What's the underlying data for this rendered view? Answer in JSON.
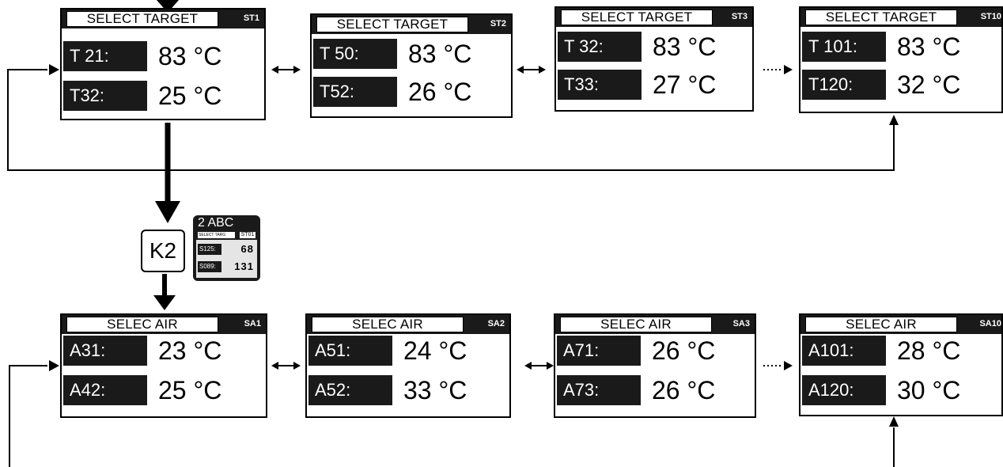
{
  "target_screens": [
    {
      "title": "SELECT TARGET",
      "code": "ST1",
      "rows": [
        {
          "label": "T 21:",
          "value": "83 °C"
        },
        {
          "label": "T32:",
          "value": "25 °C"
        }
      ]
    },
    {
      "title": "SELECT TARGET",
      "code": "ST2",
      "rows": [
        {
          "label": "T 50:",
          "value": "83 °C"
        },
        {
          "label": "T52:",
          "value": "26 °C"
        }
      ]
    },
    {
      "title": "SELECT TARGET",
      "code": "ST3",
      "rows": [
        {
          "label": "T 32:",
          "value": "83 °C"
        },
        {
          "label": "T33:",
          "value": "27 °C"
        }
      ]
    },
    {
      "title": "SELECT TARGET",
      "code": "ST10",
      "rows": [
        {
          "label": "T 101:",
          "value": "83 °C"
        },
        {
          "label": "T120:",
          "value": "32 °C"
        }
      ]
    }
  ],
  "air_screens": [
    {
      "title": "SELEC AIR",
      "code": "SA1",
      "rows": [
        {
          "label": "A31:",
          "value": "23 °C"
        },
        {
          "label": "A42:",
          "value": "25 °C"
        }
      ]
    },
    {
      "title": "SELEC AIR",
      "code": "SA2",
      "rows": [
        {
          "label": "A51:",
          "value": "24 °C"
        },
        {
          "label": "A52:",
          "value": "33 °C"
        }
      ]
    },
    {
      "title": "SELEC AIR",
      "code": "SA3",
      "rows": [
        {
          "label": "A71:",
          "value": "26 °C"
        },
        {
          "label": "A73:",
          "value": "26 °C"
        }
      ]
    },
    {
      "title": "SELEC AIR",
      "code": "SA10",
      "rows": [
        {
          "label": "A101:",
          "value": "28 °C"
        },
        {
          "label": "A120:",
          "value": "30 °C"
        }
      ]
    }
  ],
  "key": {
    "label": "K2"
  },
  "mini_display": {
    "top": "2  ABC",
    "title": "SELECT TARG",
    "code": "ST01",
    "rows": [
      {
        "label": "S125:",
        "value": "68"
      },
      {
        "label": "S089:",
        "value": "131"
      }
    ]
  }
}
